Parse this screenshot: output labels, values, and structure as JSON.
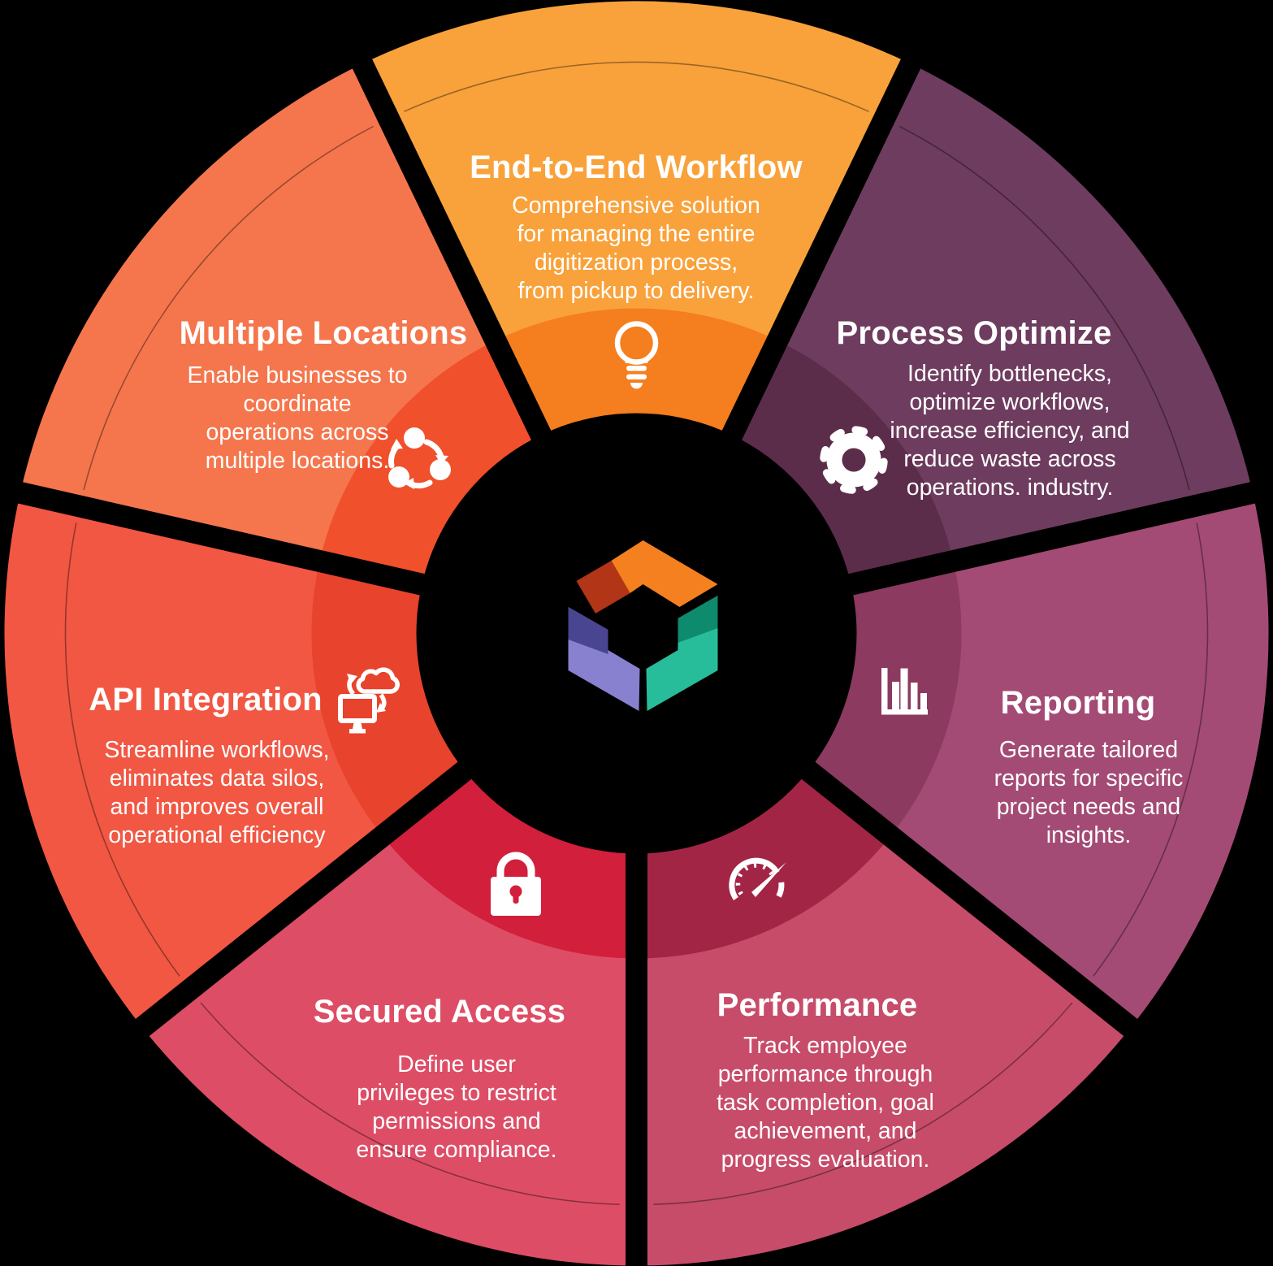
{
  "background_color": "#000000",
  "text_color": "#FFFFFF",
  "segments": [
    {
      "id": "end-to-end-workflow",
      "title": "End-to-End Workflow",
      "description": "Comprehensive solution\nfor managing the entire\ndigitization process,\nfrom pickup to delivery.",
      "icon": "lightbulb-icon",
      "color_outer": "#F9A23B",
      "color_inner": "#F57E1E"
    },
    {
      "id": "process-optimize",
      "title": "Process Optimize",
      "description": "Identify bottlenecks,\noptimize workflows,\nincrease efficiency, and\nreduce waste across\noperations. industry.",
      "icon": "gear-icon",
      "color_outer": "#6E3C5E",
      "color_inner": "#5C2D4A"
    },
    {
      "id": "reporting",
      "title": "Reporting",
      "description": "Generate tailored\nreports for specific\nproject needs and\ninsights.",
      "icon": "bar-chart-icon",
      "color_outer": "#A34B74",
      "color_inner": "#8C3A60"
    },
    {
      "id": "performance",
      "title": "Performance",
      "description": "Track employee\nperformance through\ntask completion, goal\nachievement, and\nprogress evaluation.",
      "icon": "speedometer-icon",
      "color_outer": "#C74C6A",
      "color_inner": "#A32546"
    },
    {
      "id": "secured-access",
      "title": "Secured Access",
      "description": "Define user\nprivileges to restrict\npermissions and\nensure compliance.",
      "icon": "padlock-icon",
      "color_outer": "#DE4D66",
      "color_inner": "#D21F3C"
    },
    {
      "id": "api-integration",
      "title": "API Integration",
      "description": "Streamline workflows,\neliminates data silos,\nand improves overall\noperational efficiency",
      "icon": "cloud-sync-monitor-icon",
      "color_outer": "#F15743",
      "color_inner": "#E8432C"
    },
    {
      "id": "multiple-locations",
      "title": "Multiple Locations",
      "description": "Enable businesses to\ncoordinate\noperations across\nmultiple locations.",
      "icon": "sync-arrows-icon",
      "color_outer": "#F5764D",
      "color_inner": "#F0502B"
    }
  ],
  "center_logo": {
    "name": "open-cube-logo",
    "colors": {
      "top_orange": "#F5801F",
      "top_dark_red": "#B23517",
      "left_light_purple": "#8781D0",
      "left_dark_purple": "#4A4590",
      "right_light_teal": "#27BD9B",
      "right_dark_teal": "#0E8A6D"
    }
  }
}
